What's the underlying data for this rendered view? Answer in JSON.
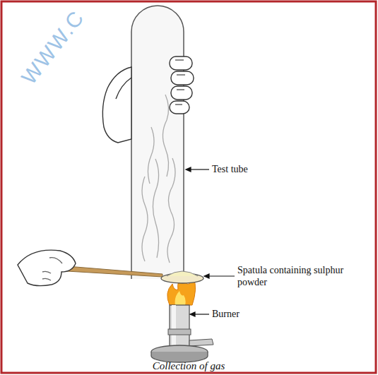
{
  "diagram": {
    "caption": "Collection of gas",
    "labels": [
      "WWW.C",
      "Test tube",
      "Spatula containing sulphur powder",
      "Burner"
    ]
  }
}
